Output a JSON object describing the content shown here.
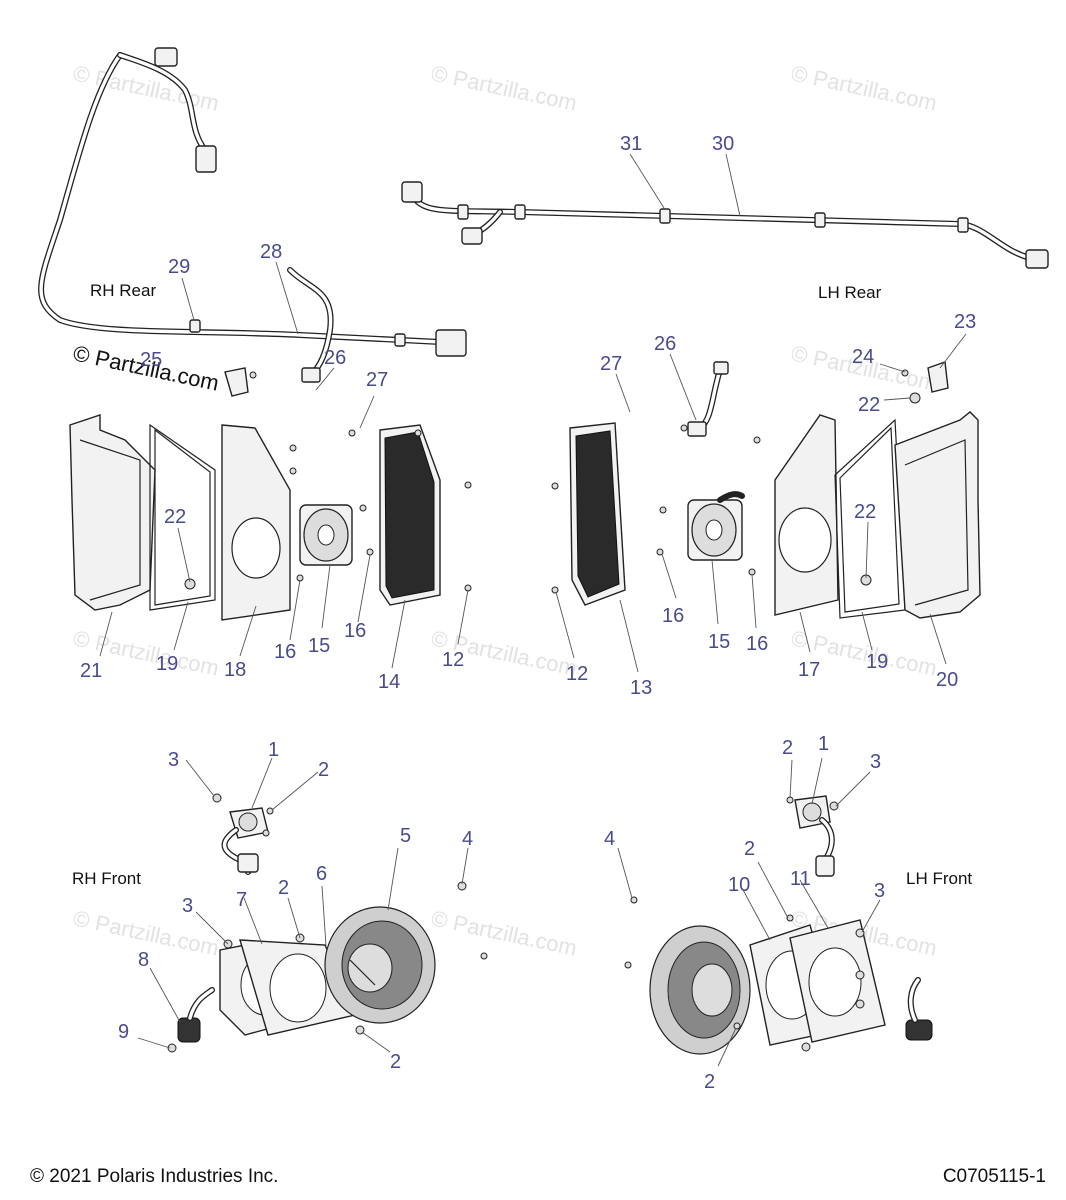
{
  "section_labels": {
    "rh_rear": "RH Rear",
    "lh_rear": "LH Rear",
    "rh_front": "RH Front",
    "lh_front": "LH Front"
  },
  "watermark": "© Partzilla.com",
  "callouts": [
    "1",
    "2",
    "3",
    "4",
    "5",
    "6",
    "7",
    "8",
    "9",
    "10",
    "11",
    "12",
    "13",
    "14",
    "15",
    "16",
    "17",
    "18",
    "19",
    "20",
    "21",
    "22",
    "23",
    "24",
    "25",
    "26",
    "27",
    "28",
    "29",
    "30",
    "31"
  ],
  "footer": {
    "copyright": "© 2021 Polaris Industries Inc.",
    "diagram_code": "C0705115-1"
  }
}
